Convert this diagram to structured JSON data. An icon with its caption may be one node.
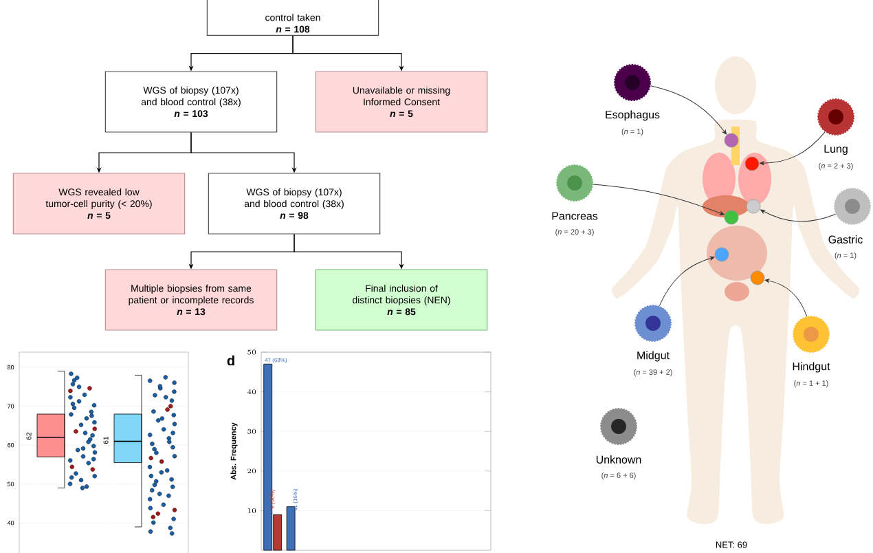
{
  "diagram": {
    "nodes": [
      {
        "text": [
          "control taken",
          "*n* = 108"
        ]
      },
      {
        "text": [
          "WGS of biopsy (107x) and blood control (38x)",
          "*n* = 103"
        ]
      },
      {
        "text": [
          "Unavailable or missing Informed Consent",
          "*n* = 5"
        ]
      },
      {
        "text": [
          "WGS revealed low tumor-cell purity (< 20%)",
          "*n* = 5"
        ]
      },
      {
        "text": [
          "WGS of biopsy (107x) and blood control (38x)",
          "*n* = 98"
        ]
      },
      {
        "text": [
          "Multiple biopsies from same patient or incomplete records",
          "*n* = 13"
        ]
      },
      {
        "text": [
          "Final inclusion of distinct biopsies (NEN)",
          "*n* = 85"
        ]
      },
      {
        "text": [
          "Esophagus",
          "(*n* = 1)"
        ]
      },
      {
        "text": [
          "Lung",
          "(*n* = 2 + 3)"
        ]
      },
      {
        "text": [
          "Pancreas",
          "(*n* = 20 + 3)"
        ]
      },
      {
        "text": [
          "Gastric",
          "(*n* = 1)"
        ]
      },
      {
        "text": [
          "Midgut",
          "(*n* = 39 + 2)"
        ]
      },
      {
        "text": [
          "Hindgut",
          "(*n* = 1 + 1)"
        ]
      },
      {
        "text": [
          "Unknown",
          "(*n* = 6 + 6)"
        ]
      },
      {
        "text": [],
        "shape": "circle"
      },
      {
        "text": [],
        "shape": "circle"
      },
      {
        "text": [],
        "shape": "circle"
      },
      {
        "text": [],
        "shape": "circle"
      },
      {
        "text": [],
        "shape": "circle"
      },
      {
        "text": [],
        "shape": "circle"
      }
    ],
    "edges": [
      {
        "from": 0,
        "to": 1,
        "arrow": "to"
      },
      {
        "from": 0,
        "to": 2,
        "arrow": "to"
      },
      {
        "from": 1,
        "to": 3,
        "arrow": "to"
      },
      {
        "from": 1,
        "to": 4,
        "arrow": "to"
      },
      {
        "from": 4,
        "to": 5,
        "arrow": "to"
      },
      {
        "from": 4,
        "to": 6,
        "arrow": "to"
      },
      {
        "from": 7,
        "to": 14,
        "arrow": "to"
      },
      {
        "from": 8,
        "to": 15,
        "arrow": "to"
      },
      {
        "from": 9,
        "to": 16,
        "arrow": "to"
      },
      {
        "from": 10,
        "to": 17,
        "arrow": "to"
      },
      {
        "from": 11,
        "to": 18,
        "arrow": "to"
      },
      {
        "from": 12,
        "to": 19,
        "arrow": "to"
      }
    ],
    "labels": [
      "80",
      "70",
      "60",
      "50",
      "40",
      "62",
      "61",
      "d",
      "NET: 69"
    ],
    "chart_data": {
      "type": "bar",
      "ylabel": "Abs. Frequency",
      "categories": [
        null,
        null,
        null,
        null,
        null,
        null,
        null,
        null,
        null,
        null
      ],
      "series": [
        {
          "color": "#3f6fb5",
          "values": [
            47,
            11,
            null,
            null,
            null,
            null,
            null,
            null,
            null,
            null
          ]
        },
        {
          "color": "#b23a32",
          "values": [
            9,
            null,
            null,
            null,
            null,
            null,
            null,
            null,
            null,
            null
          ]
        }
      ],
      "ylim": [
        0,
        50
      ],
      "yticks": [
        10,
        20,
        30,
        40,
        50
      ],
      "grid": true,
      "value_labels": [
        [
          "47 (68%)",
          "11 (16%)"
        ],
        [
          "9 (56%)",
          null
        ]
      ]
    }
  }
}
